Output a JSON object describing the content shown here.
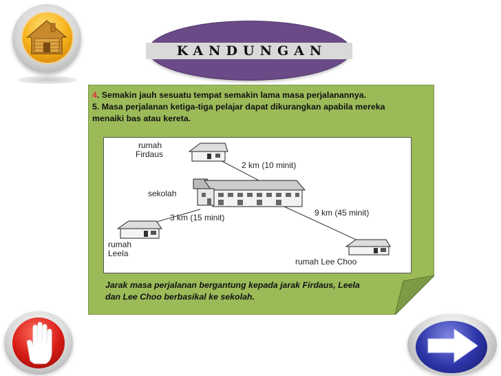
{
  "title": "KANDUNGAN",
  "content": {
    "point4_num": "4",
    "point4_text": ". Semakin jauh sesuatu tempat semakin lama masa perjalanannya.",
    "point5_line1": "5. Masa perjalanan ketiga-tiga pelajar dapat dikurangkan apabila mereka",
    "point5_line2": "menaiki bas atau  kereta."
  },
  "diagram": {
    "firdaus_line1": "rumah",
    "firdaus_line2": "Firdaus",
    "school": "sekolah",
    "leela_line1": "rumah",
    "leela_line2": "Leela",
    "leechoo": "rumah Lee Choo",
    "dist_firdaus": "2 km (10 minit)",
    "dist_leela": "3 km (15 minit)",
    "dist_leechoo": "9 km (45 minit)"
  },
  "caption": {
    "line1": "Jarak masa perjalanan bergantung kepada jarak Firdaus, Leela",
    "line2": "dan Lee Choo berbasikal ke sekolah."
  },
  "colors": {
    "panel_green": "#9bbb59",
    "panel_fold": "#7d9b45",
    "title_oval": "#6a4a87",
    "title_band": "#d9d9d9",
    "accent_red": "#e0312e"
  },
  "icons": {
    "home": "home-icon",
    "stop": "stop-hand-icon",
    "next": "arrow-right-icon"
  }
}
